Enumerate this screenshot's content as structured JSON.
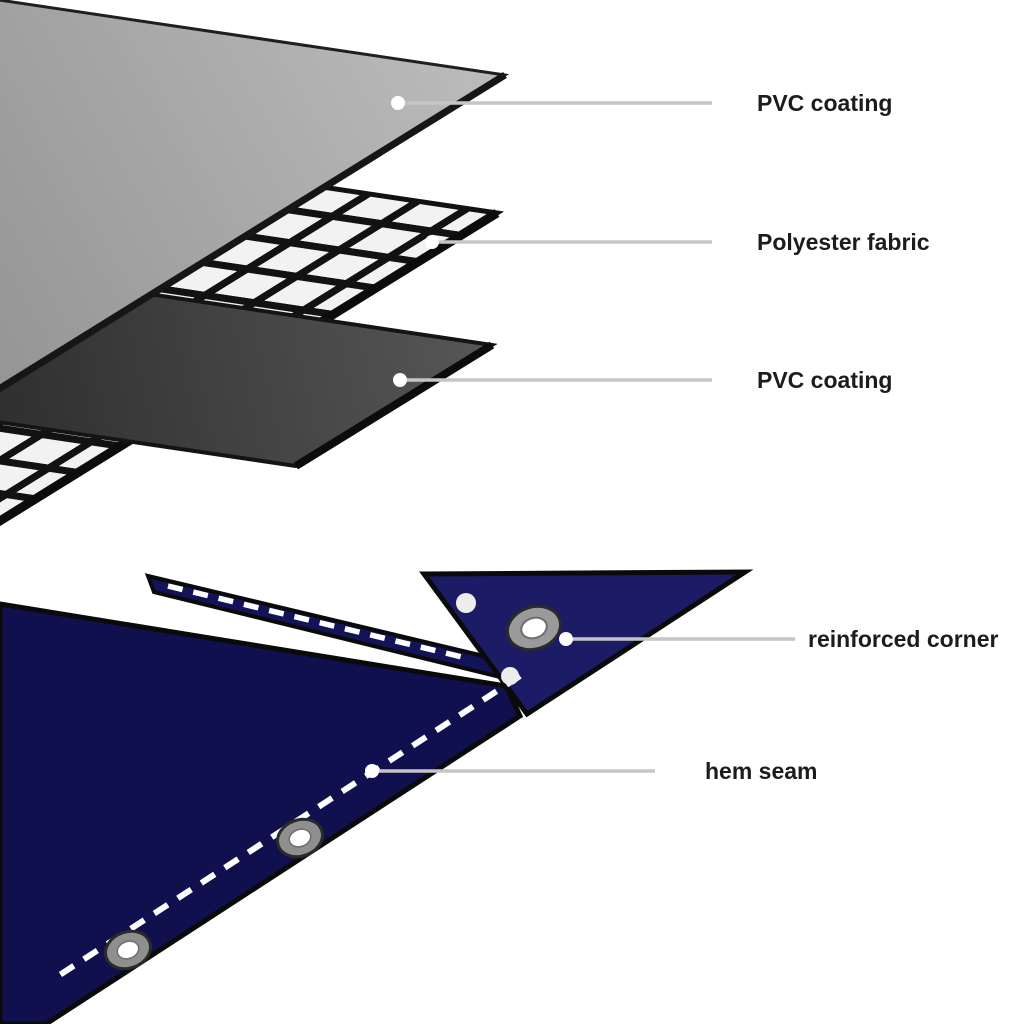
{
  "diagram": {
    "type": "exploded-layer-diagram",
    "subject": "tarpaulin layer construction",
    "callouts": [
      {
        "id": "pvc-coating-top",
        "label": "PVC coating"
      },
      {
        "id": "polyester-fabric",
        "label": "Polyester fabric"
      },
      {
        "id": "pvc-coating-bottom",
        "label": "PVC coating"
      },
      {
        "id": "reinforced-corner",
        "label": "reinforced corner"
      },
      {
        "id": "hem-seam",
        "label": "hem seam"
      }
    ]
  },
  "colors": {
    "background": "#ffffff",
    "callout_line": "#c6c6c6",
    "callout_dot": "#ffffff",
    "label_text": "#1c1c1c",
    "pvc_top_light": "#b9b9b9",
    "pvc_top_dark": "#8e8e8e",
    "pvc_bottom_light": "#555555",
    "pvc_bottom_dark": "#2a2a2a",
    "mesh_hole": "#f2f2f2",
    "mesh_line": "#121212",
    "tarp_body": "#10104e",
    "tarp_strip": "#13135a",
    "tarp_corner": "#1b1b66",
    "grommet_ring": "#9a9a9a",
    "grommet_hole": "#ffffff",
    "stitch": "#ffffff",
    "edge": "#111111"
  }
}
